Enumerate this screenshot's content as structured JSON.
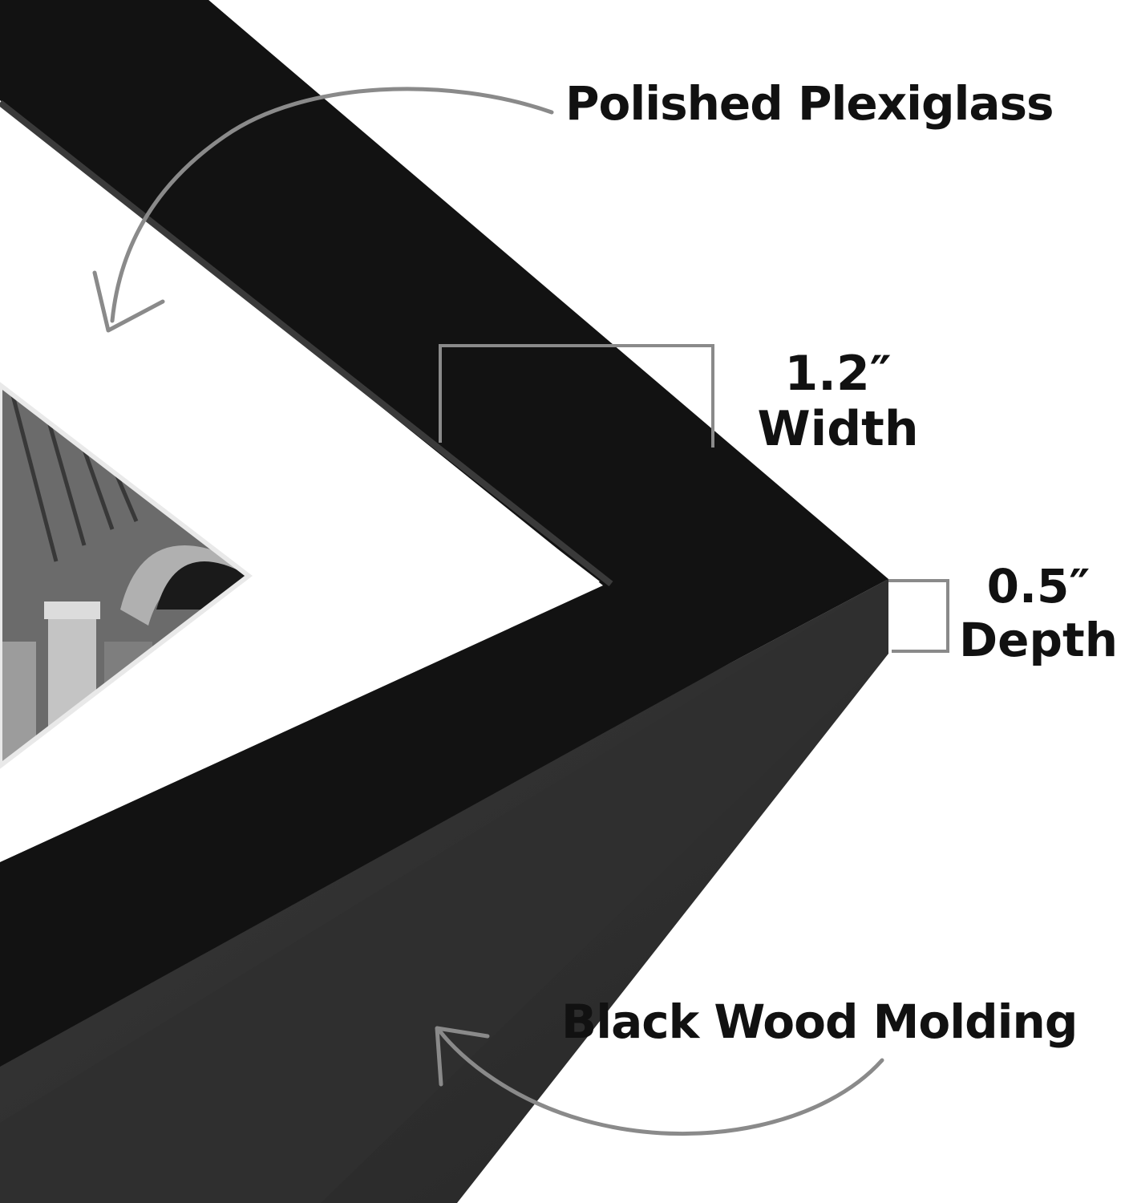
{
  "labels": {
    "glass": "Polished Plexiglass",
    "molding": "Black Wood Molding"
  },
  "dimensions": {
    "width": {
      "value": "1.2″",
      "label": "Width"
    },
    "depth": {
      "value": "0.5″",
      "label": "Depth"
    }
  },
  "colors": {
    "frame": "#121212",
    "frame_side": "#2e2e2e",
    "mat": "#ffffff",
    "arrow": "#8a8a8a",
    "text": "#111111"
  }
}
